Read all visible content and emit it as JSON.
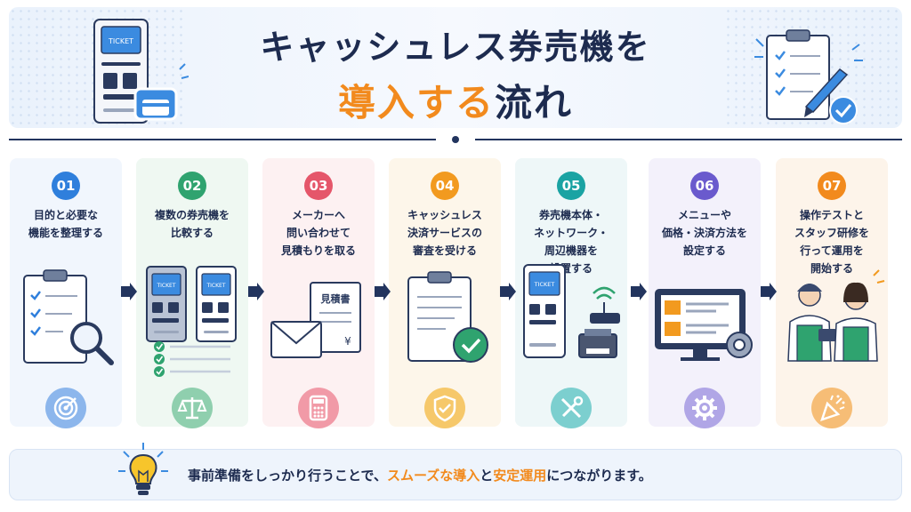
{
  "header": {
    "title_line1": "キャッシュレス券売機を",
    "title_line2_accent": "導入する",
    "title_line2_rest": "流れ",
    "ticket_label": "TICKET"
  },
  "steps": [
    {
      "number": "01",
      "text": "目的と必要な\n機能を整理する",
      "color": "#2f7fdc",
      "bg": "#f1f6fd",
      "icon": "target-icon",
      "icon_bg": "#8cb6ec"
    },
    {
      "number": "02",
      "text": "複数の券売機を\n比較する",
      "color": "#2fa36f",
      "bg": "#eff8f2",
      "icon": "scale-icon",
      "icon_bg": "#8fcfae",
      "tickets": [
        "TICKET",
        "TICKET"
      ]
    },
    {
      "number": "03",
      "text": "メーカーへ\n問い合わせて\n見積もりを取る",
      "color": "#e5566a",
      "bg": "#fdf1f2",
      "icon": "calculator-icon",
      "icon_bg": "#f19aa7",
      "doc_title": "見積書",
      "doc_symbol": "¥"
    },
    {
      "number": "04",
      "text": "キャッシュレス\n決済サービスの\n審査を受ける",
      "color": "#f29a1f",
      "bg": "#fdf6ea",
      "icon": "shield-check-icon",
      "icon_bg": "#f6c86a"
    },
    {
      "number": "05",
      "text": "券売機本体・\nネットワーク・\n周辺機器を\n設置する",
      "color": "#1aa3a3",
      "bg": "#eef7f8",
      "icon": "tools-icon",
      "icon_bg": "#7ccfcf",
      "ticket_label": "TICKET"
    },
    {
      "number": "06",
      "text": "メニューや\n価格・決済方法を\n設定する",
      "color": "#6a5acd",
      "bg": "#f3f1fb",
      "icon": "gear-icon",
      "icon_bg": "#b0a6e6"
    },
    {
      "number": "07",
      "text": "操作テストと\nスタッフ研修を\n行って運用を\n開始する",
      "color": "#f28a1d",
      "bg": "#fdf4ea",
      "icon": "celebration-icon",
      "icon_bg": "#f6bd76"
    }
  ],
  "footer": {
    "part1": "事前準備をしっかり行うことで、",
    "highlight1": "スムーズな導入",
    "part2": "と",
    "highlight2": "安定運用",
    "part3": "につながります。"
  }
}
